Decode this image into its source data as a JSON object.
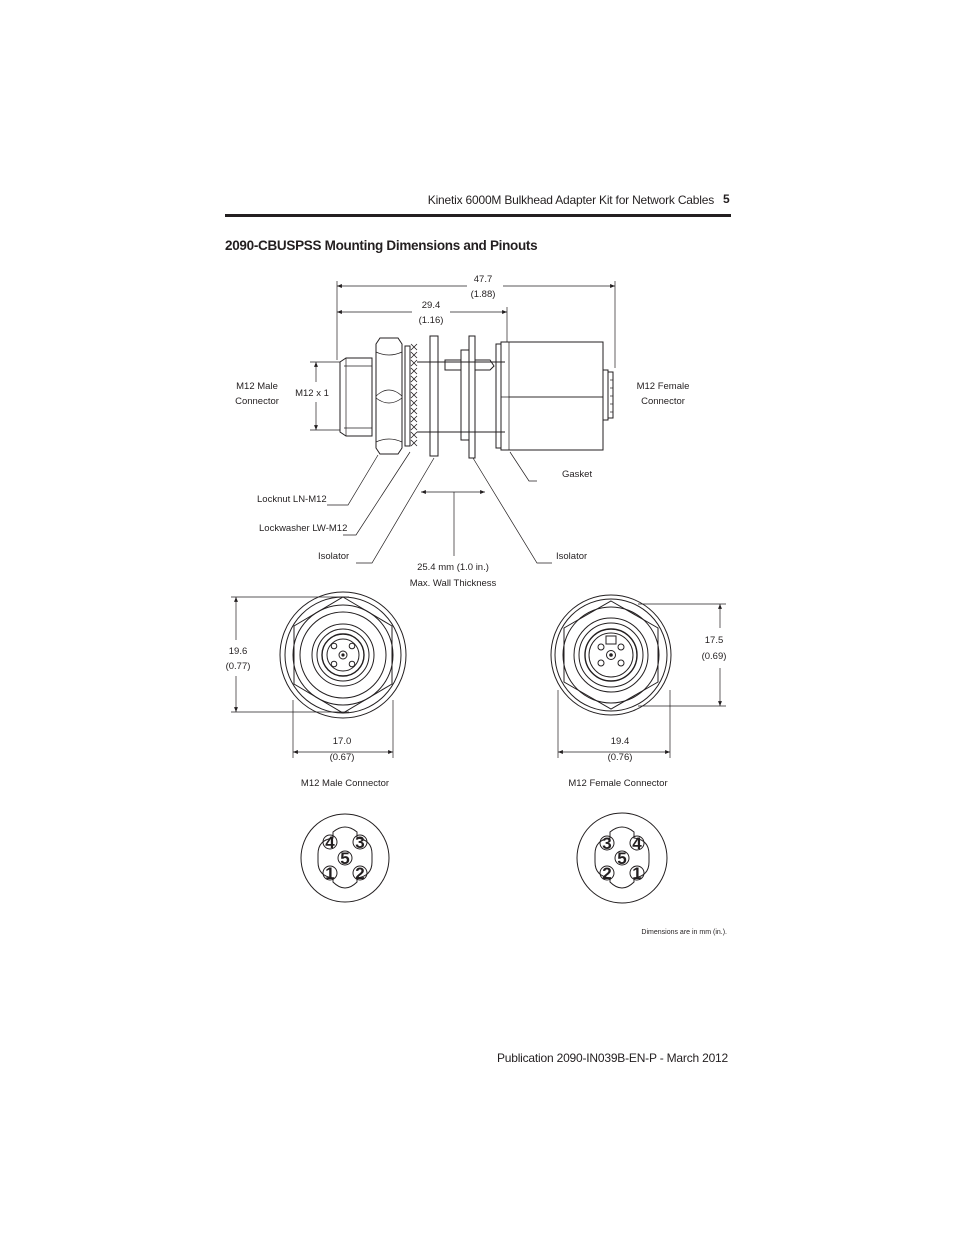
{
  "header": {
    "running_title": "Kinetix 6000M Bulkhead Adapter Kit for Network Cables",
    "page_number": "5"
  },
  "section_title": "2090-CBUSPSS Mounting Dimensions and Pinouts",
  "side_view": {
    "overall_length_mm": "47.7",
    "overall_length_in": "(1.88)",
    "thread_length_mm": "29.4",
    "thread_length_in": "(1.16)",
    "thread_spec": "M12 x 1",
    "left_connector_line1": "M12 Male",
    "left_connector_line2": "Connector",
    "right_connector_line1": "M12 Female",
    "right_connector_line2": "Connector",
    "callouts": {
      "gasket": "Gasket",
      "locknut": "Locknut LN-M12",
      "lockwasher": "Lockwasher LW-M12",
      "isolator_left": "Isolator",
      "isolator_right": "Isolator",
      "wall_thickness_line1": "25.4 mm (1.0 in.)",
      "wall_thickness_line2": "Max. Wall Thickness"
    }
  },
  "end_views": {
    "male": {
      "caption": "M12 Male Connector",
      "height_mm": "19.6",
      "height_in": "(0.77)",
      "width_mm": "17.0",
      "width_in": "(0.67)"
    },
    "female": {
      "caption": "M12 Female Connector",
      "height_mm": "17.5",
      "height_in": "(0.69)",
      "width_mm": "19.4",
      "width_in": "(0.76)"
    }
  },
  "pinouts": {
    "male": [
      "4",
      "3",
      "5",
      "1",
      "2"
    ],
    "female": [
      "3",
      "4",
      "5",
      "2",
      "1"
    ]
  },
  "dimension_note": "Dimensions are in mm (in.).",
  "footer": {
    "publication": "Publication 2090-IN039B-EN-P  - March 2012"
  }
}
